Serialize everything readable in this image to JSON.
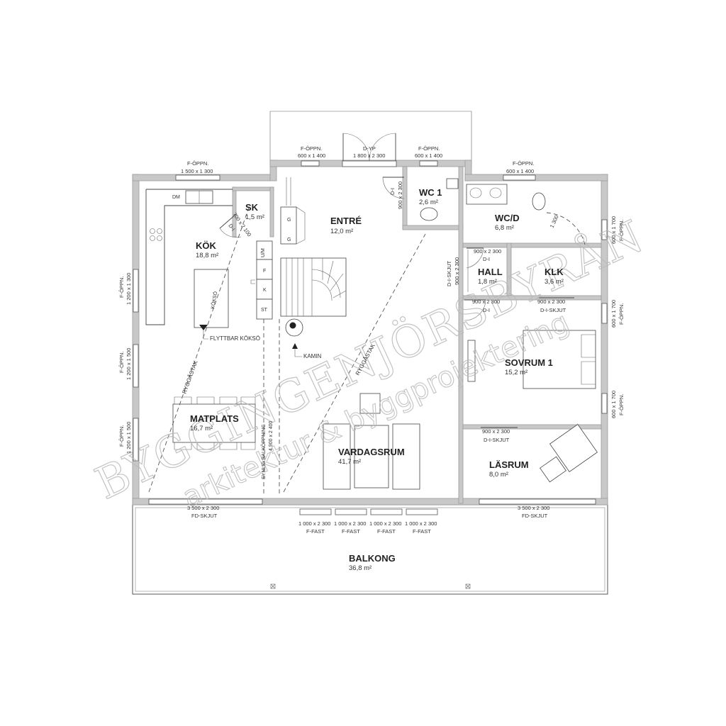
{
  "rooms": {
    "entre": {
      "name": "ENTRÉ",
      "area": "12,0 m²"
    },
    "wc1": {
      "name": "WC 1",
      "area": "2,6 m²"
    },
    "wcd": {
      "name": "WC/D",
      "area": "6,8 m²"
    },
    "sk": {
      "name": "SK",
      "area": "1,5 m²"
    },
    "kok": {
      "name": "KÖK",
      "area": "18,8 m²"
    },
    "hall": {
      "name": "HALL",
      "area": "1,8 m²"
    },
    "klk": {
      "name": "KLK",
      "area": "3,6 m²"
    },
    "sovrum1": {
      "name": "SOVRUM 1",
      "area": "15,2 m²"
    },
    "matplats": {
      "name": "MATPLATS",
      "area": "16,7 m²"
    },
    "vardagsrum": {
      "name": "VARDAGSRUM",
      "area": "41,7 m²"
    },
    "lasrum": {
      "name": "LÄSRUM",
      "area": "8,0 m²"
    },
    "balkong": {
      "name": "BALKONG",
      "area": "36,8 m²"
    }
  },
  "openings": {
    "f_oppn_top_left": {
      "type": "F-ÖPPN.",
      "size": "1 500 x 1 300"
    },
    "f_oppn_top_entry_left": {
      "type": "F-ÖPPN.",
      "size": "600 x 1 400"
    },
    "d_yp_main": {
      "type": "D-YP",
      "size": "1 800 x 2 300"
    },
    "f_oppn_top_entry_right": {
      "type": "F-ÖPPN.",
      "size": "600 x 1 400"
    },
    "f_oppn_top_wcd": {
      "type": "F-ÖPPN.",
      "size": "600 x 1 400"
    },
    "f_oppn_left_1": {
      "type": "F-ÖPPN.",
      "size": "1 200 x 1 300"
    },
    "f_oppn_left_2": {
      "type": "F-ÖPPN.",
      "size": "1 200 x 1 500"
    },
    "f_oppn_left_3": {
      "type": "F-ÖPPN.",
      "size": "1 200 x 1 500"
    },
    "f_oppn_right_1": {
      "type": "F-ÖPPN.",
      "size": "600 x 1 700"
    },
    "f_oppn_right_2": {
      "type": "F-ÖPPN.",
      "size": "600 x 1 700"
    },
    "f_oppn_right_3": {
      "type": "F-ÖPPN.",
      "size": "600 x 1 700"
    },
    "fd_skjut_left": {
      "type": "FD-SKJUT",
      "size": "3 500 x 2 300"
    },
    "fd_skjut_right": {
      "type": "FD-SKJUT",
      "size": "3 500 x 2 300"
    },
    "f_fast_1": {
      "type": "F-FAST",
      "size": "1 000 x 2 300"
    },
    "f_fast_2": {
      "type": "F-FAST",
      "size": "1 000 x 2 300"
    },
    "f_fast_3": {
      "type": "F-FAST",
      "size": "1 000 x 2 300"
    },
    "f_fast_4": {
      "type": "F-FAST",
      "size": "1 000 x 2 300"
    },
    "d_i_wc1": {
      "type": "D-I",
      "size": "900 x 2 300"
    },
    "d_i_sk": {
      "type": "D-I",
      "size": "700 x 2 100"
    },
    "d_i_hall_top": {
      "type": "D-I",
      "size": "900 x 2 300"
    },
    "d_i_skjut_hall": {
      "type": "D-I-SKJUT",
      "size": "900 x 2 300"
    },
    "d_i_hall_bottom": {
      "type": "D-I",
      "size": "900 x 2 300"
    },
    "d_i_skjut_klk": {
      "type": "D-I-SKJUT",
      "size": "900 x 2 300"
    },
    "d_i_skjut_lasrum": {
      "type": "D-I-SKJUT",
      "size": "900 x 2 300"
    },
    "wcd_dim": {
      "size": "1 300"
    }
  },
  "labels": {
    "ryggastak_left": "RYGGÅSTAK",
    "ryggastak_right": "RYGGÅSTAK",
    "koksö": "KÖKSÖ",
    "flyttbar": "FLYTTBAR KÖKSÖ",
    "kamin": "KAMIN",
    "balk_line1": "SYNLIG BALKÖPPNING",
    "balk_line2": "4 900 x 2 400"
  },
  "fixtures": {
    "dm": "DM",
    "um": "U/M",
    "f": "F",
    "k": "K",
    "st": "ST",
    "g1": "G",
    "g2": "G"
  },
  "watermark": {
    "line1": "BYGGINGENJÖRSBYRÅN",
    "line2": "arkitektur & byggprojektering"
  }
}
